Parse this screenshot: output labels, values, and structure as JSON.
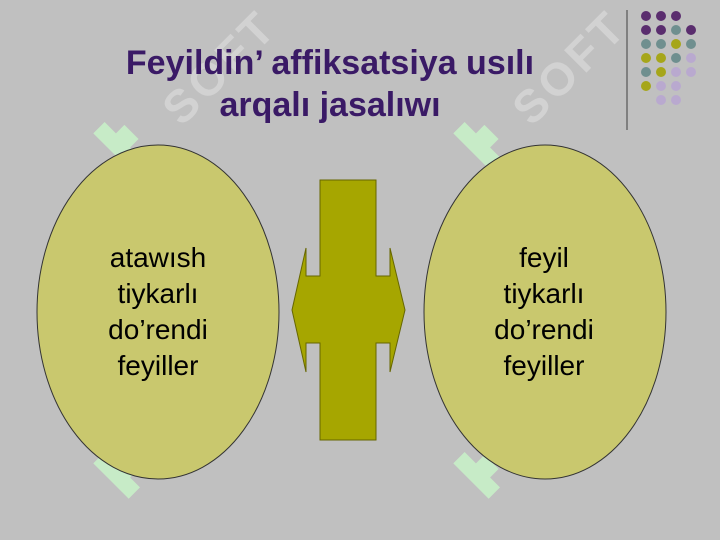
{
  "title": {
    "line1": "Feyildin’ affiksatsiya  usılı",
    "line2": "arqalı jasalıwı"
  },
  "left_node": {
    "lines": [
      "atawısh ",
      "tiykarlı",
      "do’rendi",
      "feyiller"
    ]
  },
  "right_node": {
    "lines": [
      "feyil",
      "tiykarlı ",
      "do’rendi",
      "feyiller"
    ]
  },
  "watermark": {
    "text": "SOFT"
  },
  "colors": {
    "background": "#c0c0c0",
    "title": "#3a1a66",
    "ellipse_fill": "#c9c86e",
    "arrow_fill": "#a6a600",
    "dot_purple": "#5a2d6e",
    "dot_teal": "#6f8f8f",
    "dot_olive": "#a6a61a",
    "dot_lilac": "#b9a9cf"
  }
}
